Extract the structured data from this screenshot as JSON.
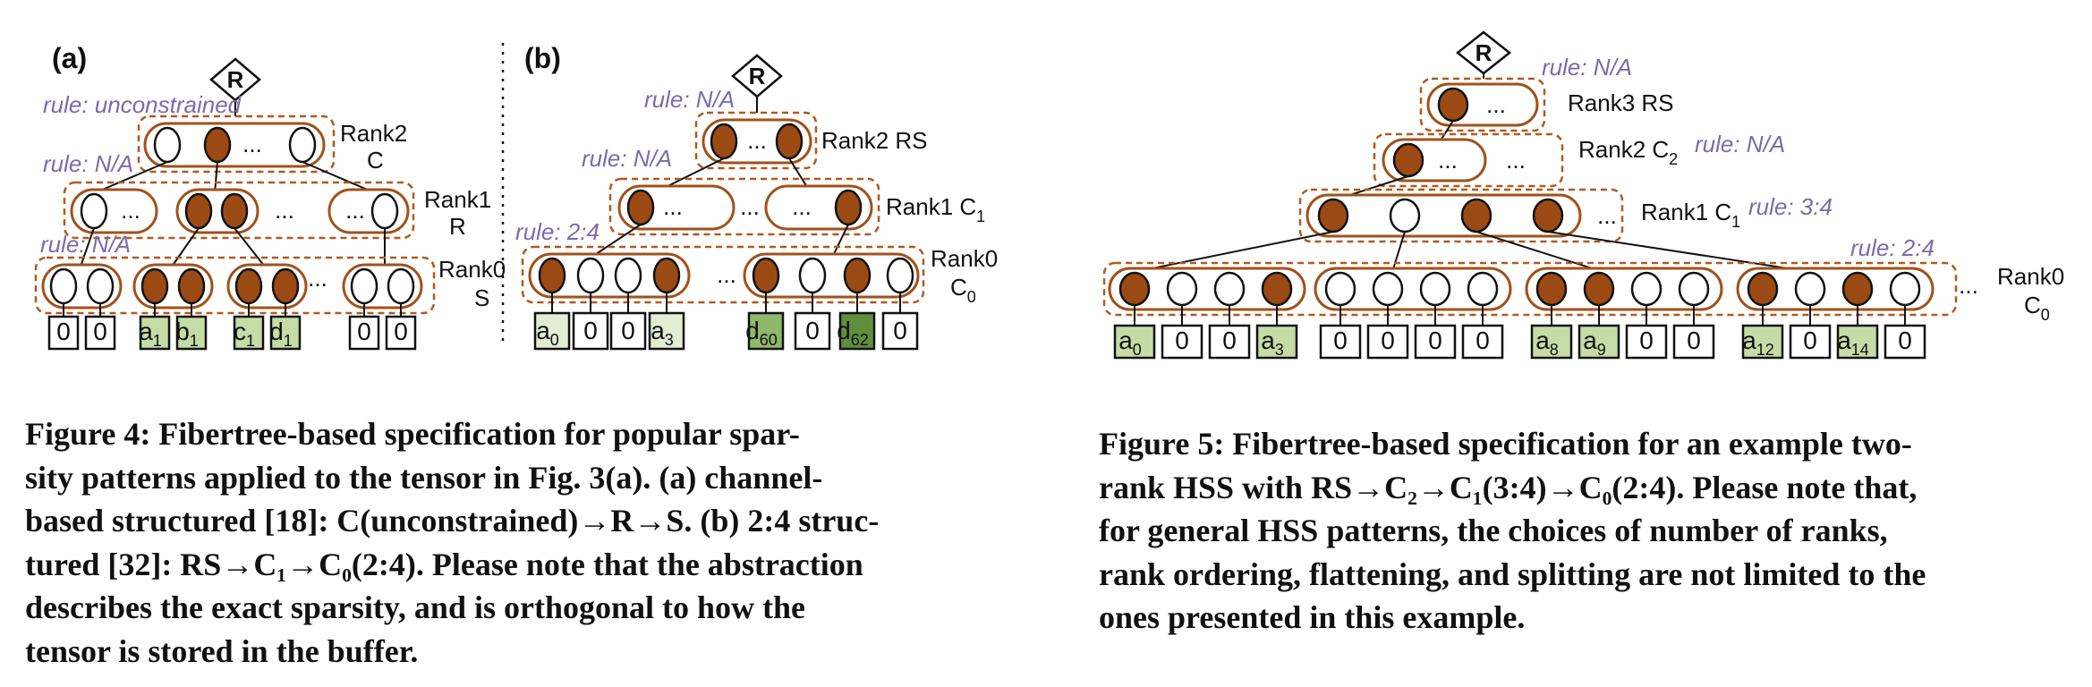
{
  "fig4": {
    "panel_a": "(a)",
    "panel_b": "(b)",
    "root": "R",
    "a": {
      "rule_top": "rule: unconstrained",
      "rule_mid": "rule: N/A",
      "rule_bot": "rule: N/A",
      "rank2_label": "Rank2",
      "rank2_name": "C",
      "rank1_label": "Rank1",
      "rank1_name": "R",
      "rank0_label": "Rank0",
      "rank0_name": "S",
      "ellipsis": "...",
      "leaves": [
        {
          "main": "0",
          "sub": "",
          "style": "plain"
        },
        {
          "main": "0",
          "sub": "",
          "style": "plain"
        },
        {
          "main": "a",
          "sub": "1",
          "style": "light"
        },
        {
          "main": "b",
          "sub": "1",
          "style": "light"
        },
        {
          "main": "c",
          "sub": "1",
          "style": "light"
        },
        {
          "main": "d",
          "sub": "1",
          "style": "light"
        },
        {
          "main": "0",
          "sub": "",
          "style": "plain"
        },
        {
          "main": "0",
          "sub": "",
          "style": "plain"
        }
      ]
    },
    "b": {
      "rule_top": "rule: N/A",
      "rule_mid": "rule: N/A",
      "rule_bot": "rule: 2:4",
      "rank2_label": "Rank2 RS",
      "rank1_label": "Rank1 C",
      "rank1_sub": "1",
      "rank0_label": "Rank0",
      "rank0_name": "C",
      "rank0_sub": "0",
      "ellipsis": "...",
      "leaves": [
        {
          "main": "a",
          "sub": "0",
          "style": "lighter"
        },
        {
          "main": "0",
          "sub": "",
          "style": "plain"
        },
        {
          "main": "0",
          "sub": "",
          "style": "plain"
        },
        {
          "main": "a",
          "sub": "3",
          "style": "lighter"
        },
        {
          "main": "d",
          "sub": "60",
          "style": "mid"
        },
        {
          "main": "0",
          "sub": "",
          "style": "plain"
        },
        {
          "main": "d",
          "sub": "62",
          "style": "dark"
        },
        {
          "main": "0",
          "sub": "",
          "style": "plain"
        }
      ]
    },
    "caption_lines": [
      "Figure 4: Fibertree-based specification for popular spar-",
      "sity patterns applied to the tensor in Fig. 3(a). (a) channel-",
      "based structured [18]: C(unconstrained)→R→S. (b) 2:4 struc-",
      "tured [32]: RS→C₁→C₀(2:4). Please note that the abstraction",
      "describes the exact sparsity, and is orthogonal to how the",
      "tensor is stored in the buffer."
    ]
  },
  "fig5": {
    "root": "R",
    "rule_rank3": "rule: N/A",
    "rule_rank2": "rule: N/A",
    "rule_rank1": "rule: 3:4",
    "rule_rank0": "rule: 2:4",
    "rank3_label": "Rank3 RS",
    "rank2_label": "Rank2 C",
    "rank2_sub": "2",
    "rank1_label": "Rank1 C",
    "rank1_sub": "1",
    "rank0_label": "Rank0",
    "rank0_name": "C",
    "rank0_sub": "0",
    "ellipsis": "...",
    "leaves": [
      {
        "main": "a",
        "sub": "0",
        "style": "light"
      },
      {
        "main": "0",
        "sub": "",
        "style": "plain"
      },
      {
        "main": "0",
        "sub": "",
        "style": "plain"
      },
      {
        "main": "a",
        "sub": "3",
        "style": "light"
      },
      {
        "main": "0",
        "sub": "",
        "style": "plain"
      },
      {
        "main": "0",
        "sub": "",
        "style": "plain"
      },
      {
        "main": "0",
        "sub": "",
        "style": "plain"
      },
      {
        "main": "0",
        "sub": "",
        "style": "plain"
      },
      {
        "main": "a",
        "sub": "8",
        "style": "light"
      },
      {
        "main": "a",
        "sub": "9",
        "style": "light"
      },
      {
        "main": "0",
        "sub": "",
        "style": "plain"
      },
      {
        "main": "0",
        "sub": "",
        "style": "plain"
      },
      {
        "main": "a",
        "sub": "12",
        "style": "light"
      },
      {
        "main": "0",
        "sub": "",
        "style": "plain"
      },
      {
        "main": "a",
        "sub": "14",
        "style": "light"
      },
      {
        "main": "0",
        "sub": "",
        "style": "plain"
      }
    ],
    "caption_lines": [
      "Figure 5: Fibertree-based specification for an example two-",
      "rank HSS with RS→C₂→C₁(3:4)→C₀(2:4). Please note that,",
      "for general HSS patterns, the choices of number of ranks,",
      "rank ordering, flattening, and splitting are not limited to the",
      "ones presented in this example."
    ]
  },
  "colors": {
    "filled_node": "#9c4a14",
    "dash_box": "#b05a1e",
    "fiber": "#a0521a",
    "rule_text": "#7b6bab",
    "leaf_light": "#c5dca6",
    "leaf_lighter": "#e2edd4",
    "leaf_mid": "#8fb86a",
    "leaf_dark": "#5f8f3c"
  }
}
